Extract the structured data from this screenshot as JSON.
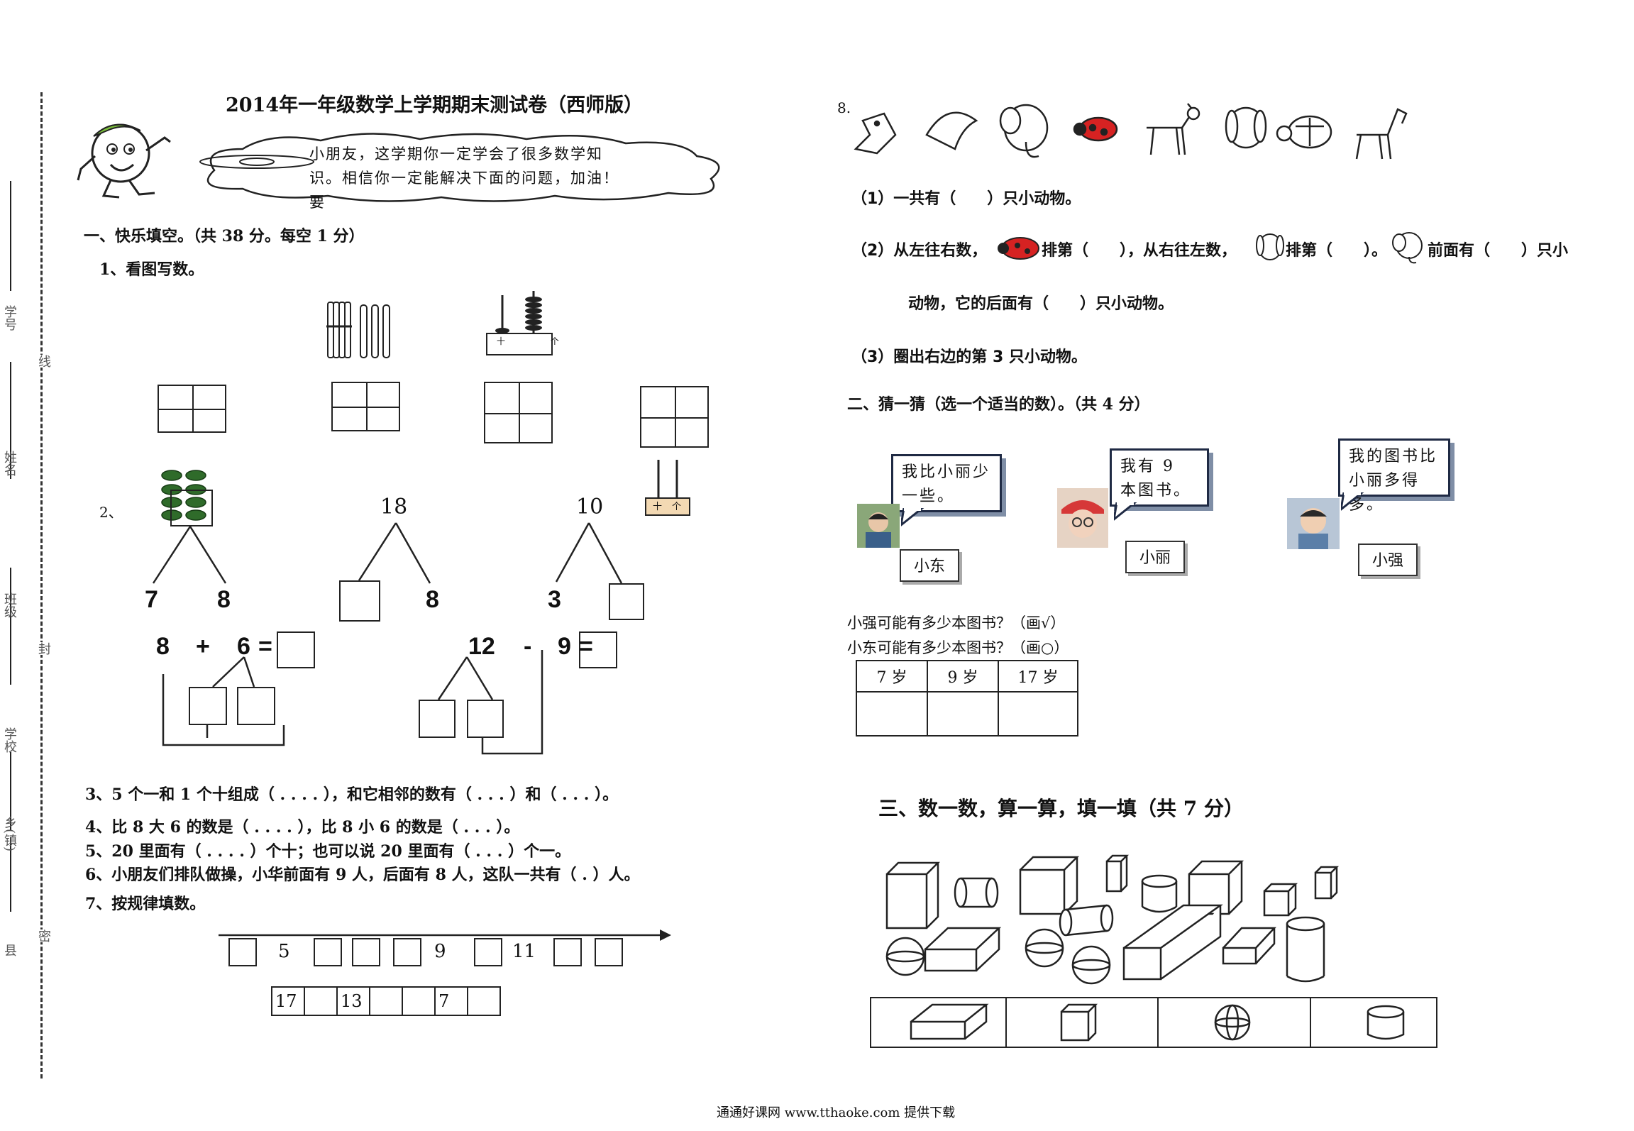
{
  "title": "2014年一年级数学上学期期末测试卷（西师版）",
  "intro": "小朋友，这学期你一定学会了很多数学知识。相信你一定能解决下面的问题，加油！要",
  "binding_margin": {
    "labels": [
      "学号",
      "姓名",
      "班级",
      "学校",
      "乡(镇)",
      "县"
    ],
    "marks": [
      "线",
      "封",
      "密"
    ]
  },
  "section1": {
    "heading": "一、快乐填空。（共 38 分。每空 1 分）",
    "q1": "1、看图写数。",
    "q2_label": "2、",
    "tree1": {
      "left": "7",
      "right": "8"
    },
    "tree2": {
      "top": "18",
      "right": "8"
    },
    "tree3": {
      "top": "10",
      "left": "3"
    },
    "eq1": {
      "a": "8",
      "op": "+",
      "b": "6",
      "eq": "="
    },
    "eq2": {
      "a": "12",
      "op": "-",
      "b": "9",
      "eq": "="
    },
    "abacus_label_1": "十 个",
    "abacus_label_2": "十个",
    "q3": "3、5 个一和 1 个十组成（ . . . . ），和它相邻的数有（ . . . ）和（ . . . ）。",
    "q4": "4、比 8 大 6 的数是（ . . . . ），比 8 小 6 的数是（ . . . ）。",
    "q5": "5、20 里面有（ . . . . ）个十；也可以说 20 里面有（ . . . ）个一。",
    "q6": "6、小朋友们排队做操，小华前面有 9 人，后面有 8 人，这队一共有（ . ）人。",
    "q7": "7、按规律填数。",
    "numberline": [
      "5",
      "9",
      "11"
    ],
    "sequence": [
      "17",
      "",
      "13",
      "",
      "",
      "7",
      ""
    ]
  },
  "q8": {
    "label": "8.",
    "animals": [
      "bird",
      "dolphin",
      "elephant",
      "ladybug",
      "goat",
      "dog",
      "turtle",
      "horse"
    ],
    "p1": "（1）一共有（　　）只小动物。",
    "p2_a": "（2）从左往右数，",
    "p2_b": "排第（　　），从右往左数，",
    "p2_c": "排第（　　）。",
    "p2_d": "前面有（　　）只小",
    "p2_e": "动物，它的后面有（　　）只小动物。",
    "p3": "（3）圈出右边的第 3 只小动物。"
  },
  "section2": {
    "heading": "二、猜一猜（选一个适当的数）。（共 4 分）",
    "kids": [
      {
        "name": "小东",
        "say": "我比小丽少一些。"
      },
      {
        "name": "小丽",
        "say": "我有 9 本图书。"
      },
      {
        "name": "小强",
        "say": "我的图书比小丽多得多。"
      }
    ],
    "ask1": "小强可能有多少本图书？（画√）",
    "ask2": "小东可能有多少本图书？（画○）",
    "options": [
      "7 岁",
      "9 岁",
      "17 岁"
    ]
  },
  "section3": {
    "heading": "三、数一数，算一算，填一填（共 7 分）"
  },
  "footer": "通通好课网 www.tthaoke.com 提供下载"
}
